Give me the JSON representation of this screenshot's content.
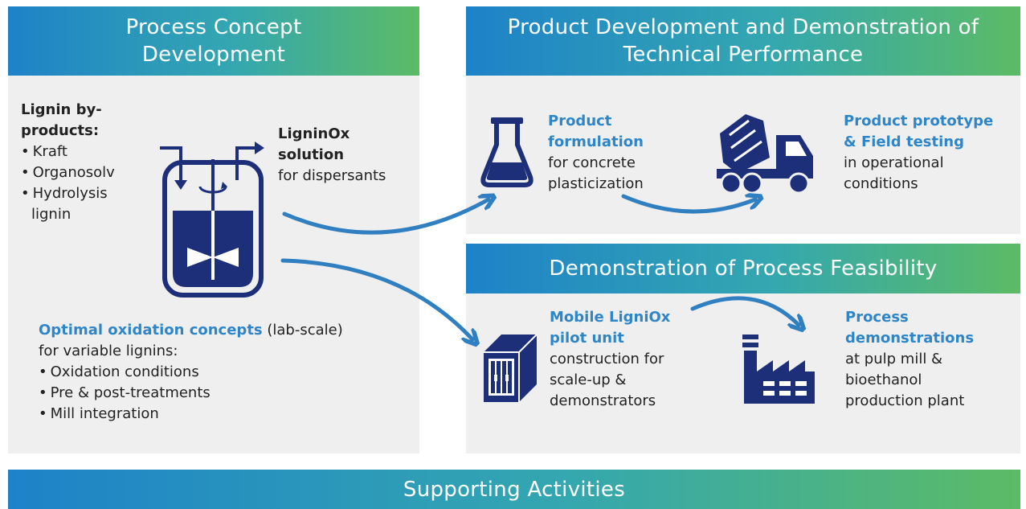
{
  "colors": {
    "header_gradient_start": "#1e82c8",
    "header_gradient_end": "#5cbb66",
    "accent_blue": "#2e86c8",
    "icon_navy": "#1e2f7a",
    "arrow_blue": "#2f7fc1",
    "panel_bg": "#efeff0"
  },
  "sections": {
    "process_concept": {
      "title_line1": "Process Concept",
      "title_line2": "Development",
      "lignin_title_line1": "Lignin by-",
      "lignin_title_line2": "products:",
      "lignin_items": [
        "Kraft",
        "Organosolv",
        "Hydrolysis"
      ],
      "lignin_items_cont": "lignin",
      "solution_line1": "LigninOx",
      "solution_line2": "solution",
      "solution_line3": "for dispersants",
      "optimal_bold": "Optimal oxidation concepts",
      "optimal_rest": " (lab-scale)",
      "optimal_line2": "for variable lignins:",
      "optimal_items": [
        "Oxidation conditions",
        "Pre & post-treatments",
        "Mill integration"
      ],
      "icon": "reactor-icon"
    },
    "product_development": {
      "title_line1": "Product Development and Demonstration of",
      "title_line2": "Technical Performance",
      "formulation_line1": "Product",
      "formulation_line2": "formulation",
      "formulation_line3": "for concrete",
      "formulation_line4": "plasticization",
      "prototype_line1": "Product prototype",
      "prototype_line2": "& Field testing",
      "prototype_line3": "in operational",
      "prototype_line4": "conditions",
      "icons": [
        "flask-icon",
        "concrete-mixer-truck-icon"
      ]
    },
    "process_feasibility": {
      "title": "Demonstration of Process Feasibility",
      "pilot_line1": "Mobile LigniOx",
      "pilot_line2": "pilot unit",
      "pilot_line3": "construction for",
      "pilot_line4": "scale-up &",
      "pilot_line5": "demonstrators",
      "demo_line1": "Process",
      "demo_line2": "demonstrations",
      "demo_line3": "at pulp mill &",
      "demo_line4": "bioethanol",
      "demo_line5": "production plant",
      "icons": [
        "container-unit-icon",
        "factory-icon"
      ]
    },
    "supporting": {
      "title": "Supporting Activities"
    }
  }
}
